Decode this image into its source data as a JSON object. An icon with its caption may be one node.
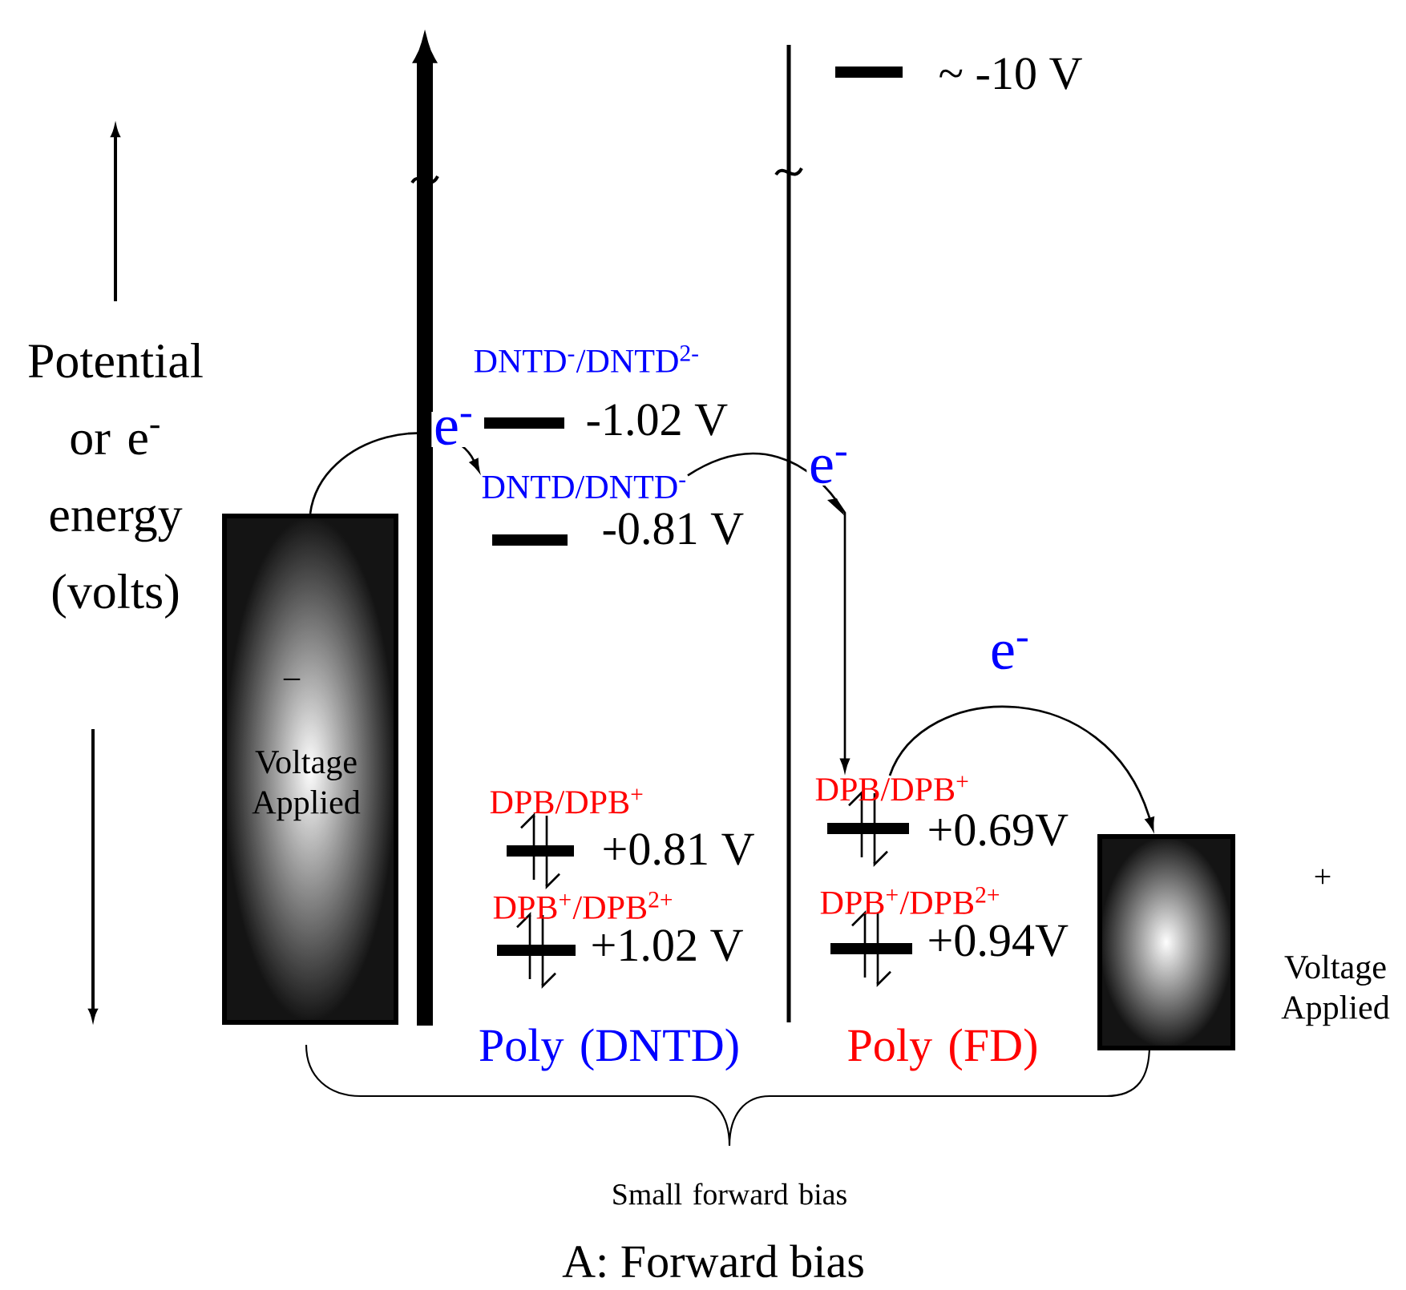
{
  "diagram": {
    "caption": "A: Forward bias",
    "nodes": [
      {
        "text": [
          "–",
          "Voltage Applied"
        ]
      },
      {
        "text": [],
        "shape": "box",
        "beside": [
          "+",
          "Voltage Applied"
        ]
      },
      {
        "text": [],
        "shape": "bar",
        "beside": [
          "DNTD$^{-}$/DNTD$^{2-}$",
          "-1.02 V"
        ]
      },
      {
        "text": [],
        "shape": "bar",
        "beside": [
          "DNTD/DNTD$^{-}$",
          "-0.81 V"
        ]
      },
      {
        "text": [],
        "shape": "bar",
        "beside": [
          "DPB/DPB$^{+}$",
          "+0.81 V"
        ]
      },
      {
        "text": [],
        "shape": "bar",
        "beside": [
          "DPB$^{+}$/DPB$^{2+}$",
          "+1.02 V"
        ]
      },
      {
        "text": [],
        "shape": "bar",
        "beside": [
          "~ -10 V"
        ]
      },
      {
        "text": [],
        "shape": "bar",
        "beside": [
          "DPB/DPB$^{+}$",
          "+0.69V"
        ]
      },
      {
        "text": [],
        "shape": "bar",
        "beside": [
          "DPB$^{+}$/DPB$^{2+}$",
          "+0.94V"
        ]
      }
    ],
    "edges": [
      {
        "from": 0,
        "to": 3,
        "arrow": "to",
        "label": "e$^{-}$"
      },
      {
        "from": 3,
        "to": 7,
        "arrow": "to",
        "label": "e$^{-}$"
      },
      {
        "from": 7,
        "to": 1,
        "arrow": "to",
        "label": "e$^{-}$"
      }
    ],
    "labels": [
      "Potential or e$^{-}$ energy (volts)",
      "Poly (DNTD)",
      "Poly (FD)",
      "Small forward bias"
    ]
  }
}
